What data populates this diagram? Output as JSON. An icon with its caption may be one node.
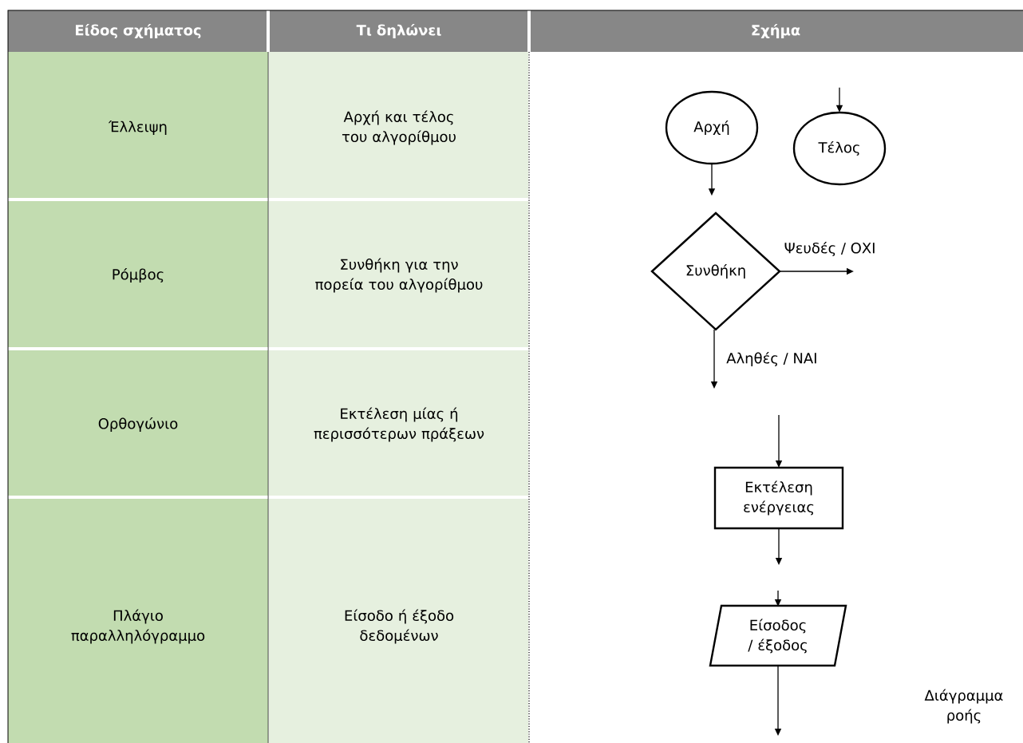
{
  "diagram": {
    "nodes": [
      {
        "text": [
          "Αρχή"
        ]
      },
      {
        "text": [
          "Τέλος"
        ]
      },
      {
        "text": [
          "Συνθήκη"
        ]
      },
      {
        "text": [
          "Εκτέλεση ενέργειας"
        ]
      },
      {
        "text": [
          "Είσοδος / έξοδος"
        ]
      }
    ],
    "edges": [
      {
        "from": 0,
        "to": null,
        "arrow": "to"
      },
      {
        "from": null,
        "to": 1,
        "arrow": "to"
      },
      {
        "from": 2,
        "to": null,
        "arrow": "to",
        "label": "Ψευδές / ΟΧΙ"
      },
      {
        "from": 2,
        "to": null,
        "arrow": "to",
        "label": "Αληθές / ΝΑΙ"
      },
      {
        "from": null,
        "to": 3,
        "arrow": "to"
      },
      {
        "from": 3,
        "to": null,
        "arrow": "to"
      },
      {
        "from": null,
        "to": 4,
        "arrow": "to"
      },
      {
        "from": 4,
        "to": null,
        "arrow": "to"
      }
    ],
    "labels": [
      "Είδος σχήματος",
      "Τι δηλώνει",
      "Σχήμα",
      "Έλλειψη",
      "Αρχή και τέλος του αλγορίθμου",
      "Ρόμβος",
      "Συνθήκη για την πορεία του αλγορίθμου",
      "Ορθογώνιο",
      "Εκτέλεση μίας ή περισσότερων πράξεων",
      "Πλάγιο παραλληλόγραμμο",
      "Είσοδο ή έξοδο δεδομένων",
      "Διάγραμμα ροής"
    ]
  }
}
